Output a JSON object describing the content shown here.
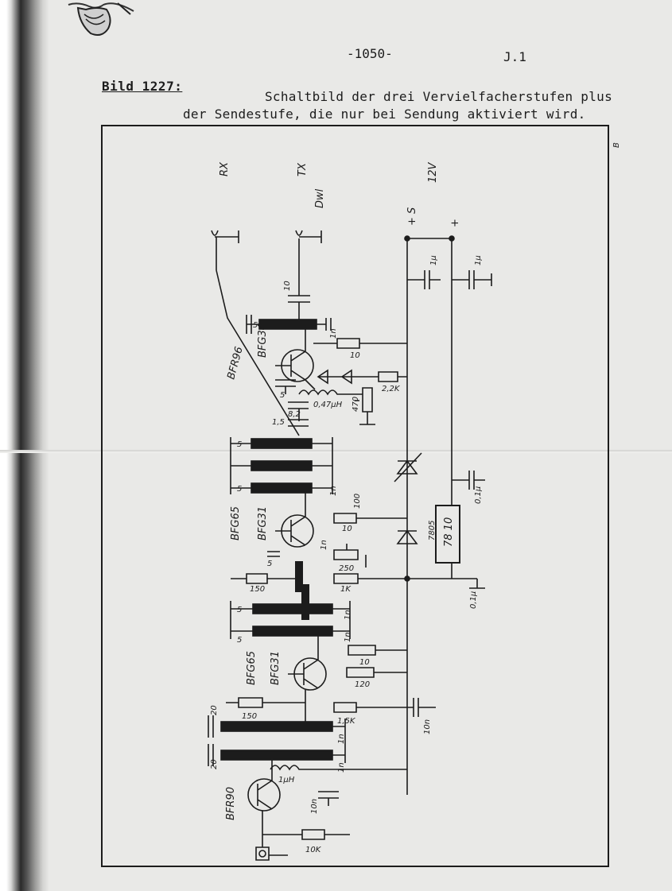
{
  "header": {
    "page_number": "-1050-",
    "section": "J.1",
    "figure_label": "Bild 1227:",
    "caption_line1": "Schaltbild der drei Vervielfacherstufen plus",
    "caption_line2": "der Sendestufe, die nur bei Sendung aktiviert wird."
  },
  "schematic": {
    "rx_label": "RX",
    "tx_label": "TX",
    "tx_note": "Dwl",
    "voltage": "12V",
    "plus_s": "+ S",
    "plus": "+",
    "corner_mark": "B",
    "transistors": [
      "BFR96",
      "BFG34",
      "BFG31",
      "BFG65",
      "BFG31",
      "BFG65",
      "BFR90"
    ],
    "regulator": "78 10",
    "regulator_note": "7805",
    "values": {
      "c_10": "10",
      "c_1u_a": "1µ",
      "c_1u_b": "1µ",
      "r_10_a": "10",
      "c_5_a": "5",
      "c_5_b": "5",
      "c_1n_a": "1n",
      "r_2k2": "2,2K",
      "l_047": "0,47µH",
      "c_8_2": "8,2",
      "r_470": "470",
      "c_1_5": "1,5",
      "c_5_c": "5",
      "c_5_d": "5",
      "r_100": "100",
      "r_10_b": "10",
      "c_1n_b": "1n",
      "c_01u_a": "0,1µ",
      "c_1n_c": "1n",
      "r_250": "250",
      "c_5_e": "5",
      "r_150": "150",
      "r_1k": "1K",
      "c_01u_b": "0,1µ",
      "c_5_f": "5",
      "c_5_g": "5",
      "c_1n_d": "1n",
      "c_1n_e": "1n",
      "r_10_c": "10",
      "r_120": "120",
      "c_20_a": "20",
      "c_20_b": "20",
      "r_150_b": "150",
      "r_15k": "1,5K",
      "c_10n": "10n",
      "c_1n_f": "1n",
      "c_1n_g": "1n",
      "l_1uh": "1µH",
      "c_10n_b": "10n",
      "r_10k": "10K"
    }
  }
}
